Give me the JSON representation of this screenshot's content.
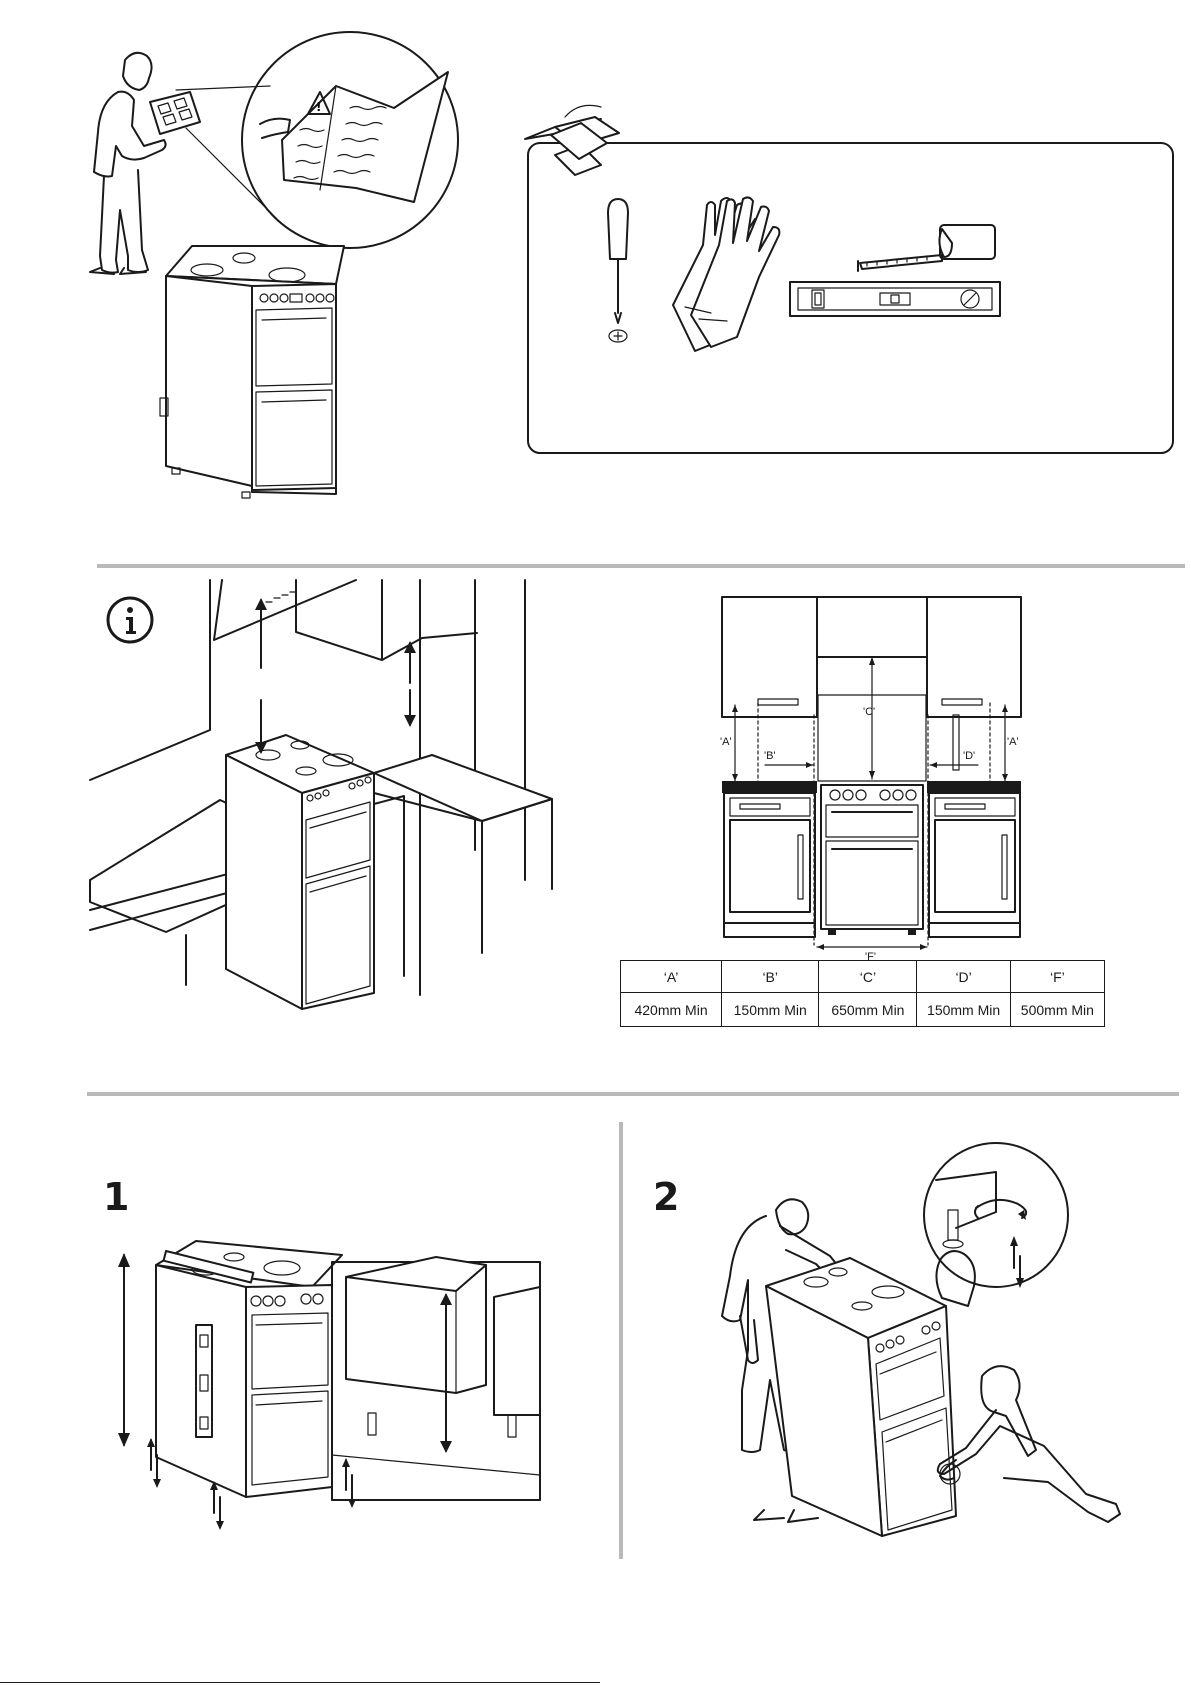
{
  "clearance_table": {
    "headers": [
      "‘A’",
      "‘B’",
      "‘C’",
      "‘D’",
      "‘F’"
    ],
    "values": [
      "420mm Min",
      "150mm Min",
      "650mm Min",
      "150mm Min",
      "500mm Min"
    ]
  },
  "diagram_labels": {
    "a_left": "'A'",
    "b": "'B'",
    "c": "'C'",
    "d": "'D'",
    "a_right": "'A'",
    "f": "'F'"
  },
  "steps": {
    "step1": "1",
    "step2": "2"
  },
  "icons": [
    "info-icon",
    "warning-icon",
    "toolbox-icon",
    "screwdriver-icon",
    "gloves-icon",
    "tape-measure-icon",
    "spirit-level-icon",
    "rotate-icon"
  ],
  "colors": {
    "line": "#1a1a1a",
    "divider": "#b9b9b9",
    "background": "#ffffff"
  }
}
